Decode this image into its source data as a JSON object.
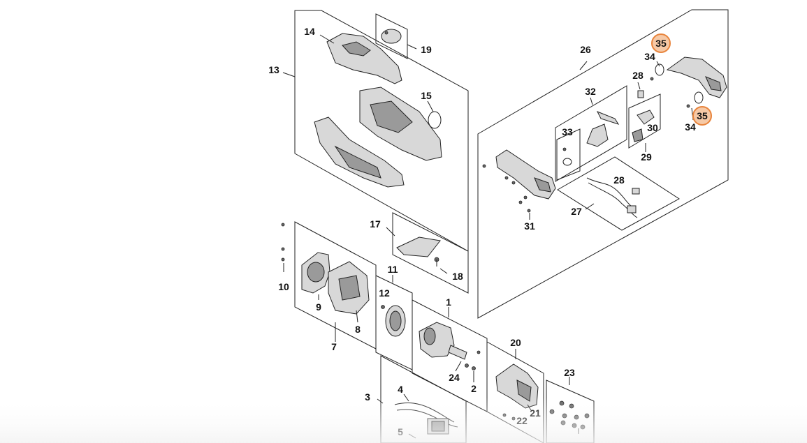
{
  "diagram": {
    "labels": {
      "l1": "1",
      "l2": "2",
      "l3": "3",
      "l4": "4",
      "l5": "5",
      "l7": "7",
      "l8": "8",
      "l9": "9",
      "l10": "10",
      "l11": "11",
      "l12": "12",
      "l13": "13",
      "l14": "14",
      "l15": "15",
      "l17": "17",
      "l18": "18",
      "l19": "19",
      "l20": "20",
      "l21": "21",
      "l22": "22",
      "l23": "23",
      "l24": "24",
      "l26": "26",
      "l27": "27",
      "l28a": "28",
      "l28b": "28",
      "l29": "29",
      "l30": "30",
      "l31": "31",
      "l32": "32",
      "l33": "33",
      "l34a": "34",
      "l34b": "34"
    },
    "highlighted": {
      "h35a": "35",
      "h35b": "35"
    },
    "highlight_color": "#f6c9a6",
    "highlight_stroke": "#e8843c"
  }
}
